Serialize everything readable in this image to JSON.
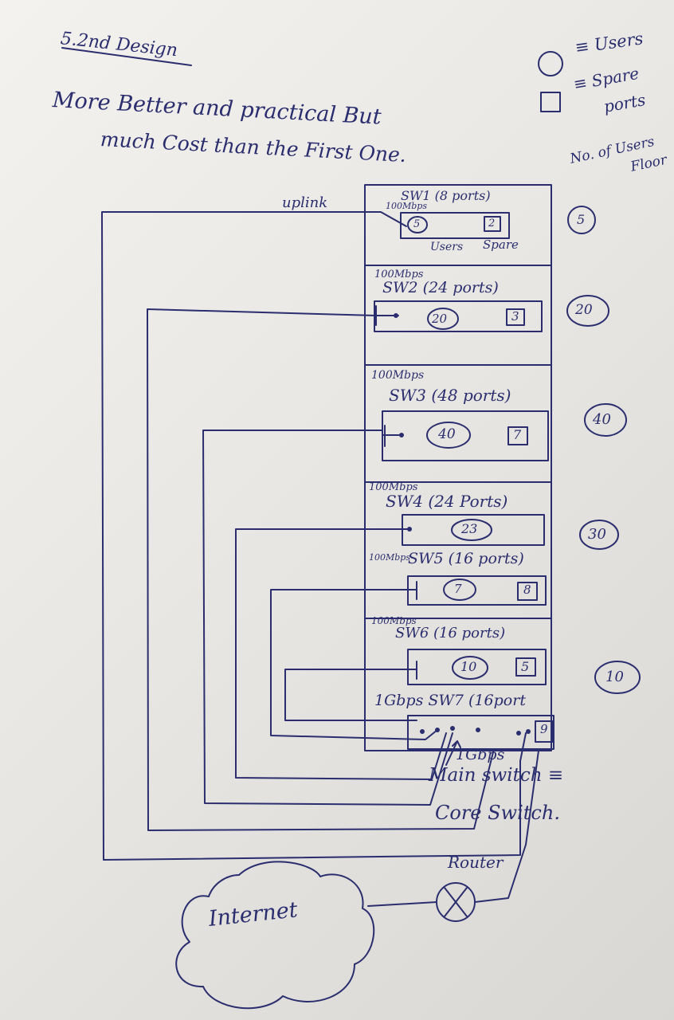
{
  "header": {
    "section": "5.2nd Design",
    "line1": "More Better and practical But",
    "line2": "much Cost than the First One."
  },
  "legend": {
    "users": "≡ Users",
    "spare_line1": "≡ Spare",
    "spare_line2": "ports",
    "floor_line1": "No. of Users",
    "floor_line2": "Floor"
  },
  "uplink_label": "uplink",
  "switches": [
    {
      "speed": "100Mbps",
      "name": "SW1 (8 ports)",
      "users": "5",
      "spare": "2",
      "users_caption": "Users",
      "spare_caption": "Spare",
      "floor_users": "5"
    },
    {
      "speed": "100Mbps",
      "name": "SW2 (24 ports)",
      "users": "20",
      "spare": "3",
      "floor_users": "20"
    },
    {
      "speed": "100Mbps",
      "name": "SW3 (48 ports)",
      "users": "40",
      "spare": "7",
      "floor_users": "40"
    },
    {
      "speed": "100Mbps",
      "name": "SW4 (24 Ports)",
      "users": "23",
      "floor_users": "30"
    },
    {
      "speed": "100Mbps",
      "name": "SW5 (16 ports)",
      "users": "7",
      "spare": "8"
    },
    {
      "speed": "100Mbps",
      "name": "SW6 (16 ports)",
      "users": "10",
      "spare": "5",
      "floor_users": "10"
    }
  ],
  "core": {
    "name": "1Gbps SW7 (16port",
    "spare": "9",
    "caption1": "1Gbps",
    "caption2": "Main switch ≡",
    "caption3": "Core Switch."
  },
  "router_label": "Router",
  "internet_label": "Internet"
}
